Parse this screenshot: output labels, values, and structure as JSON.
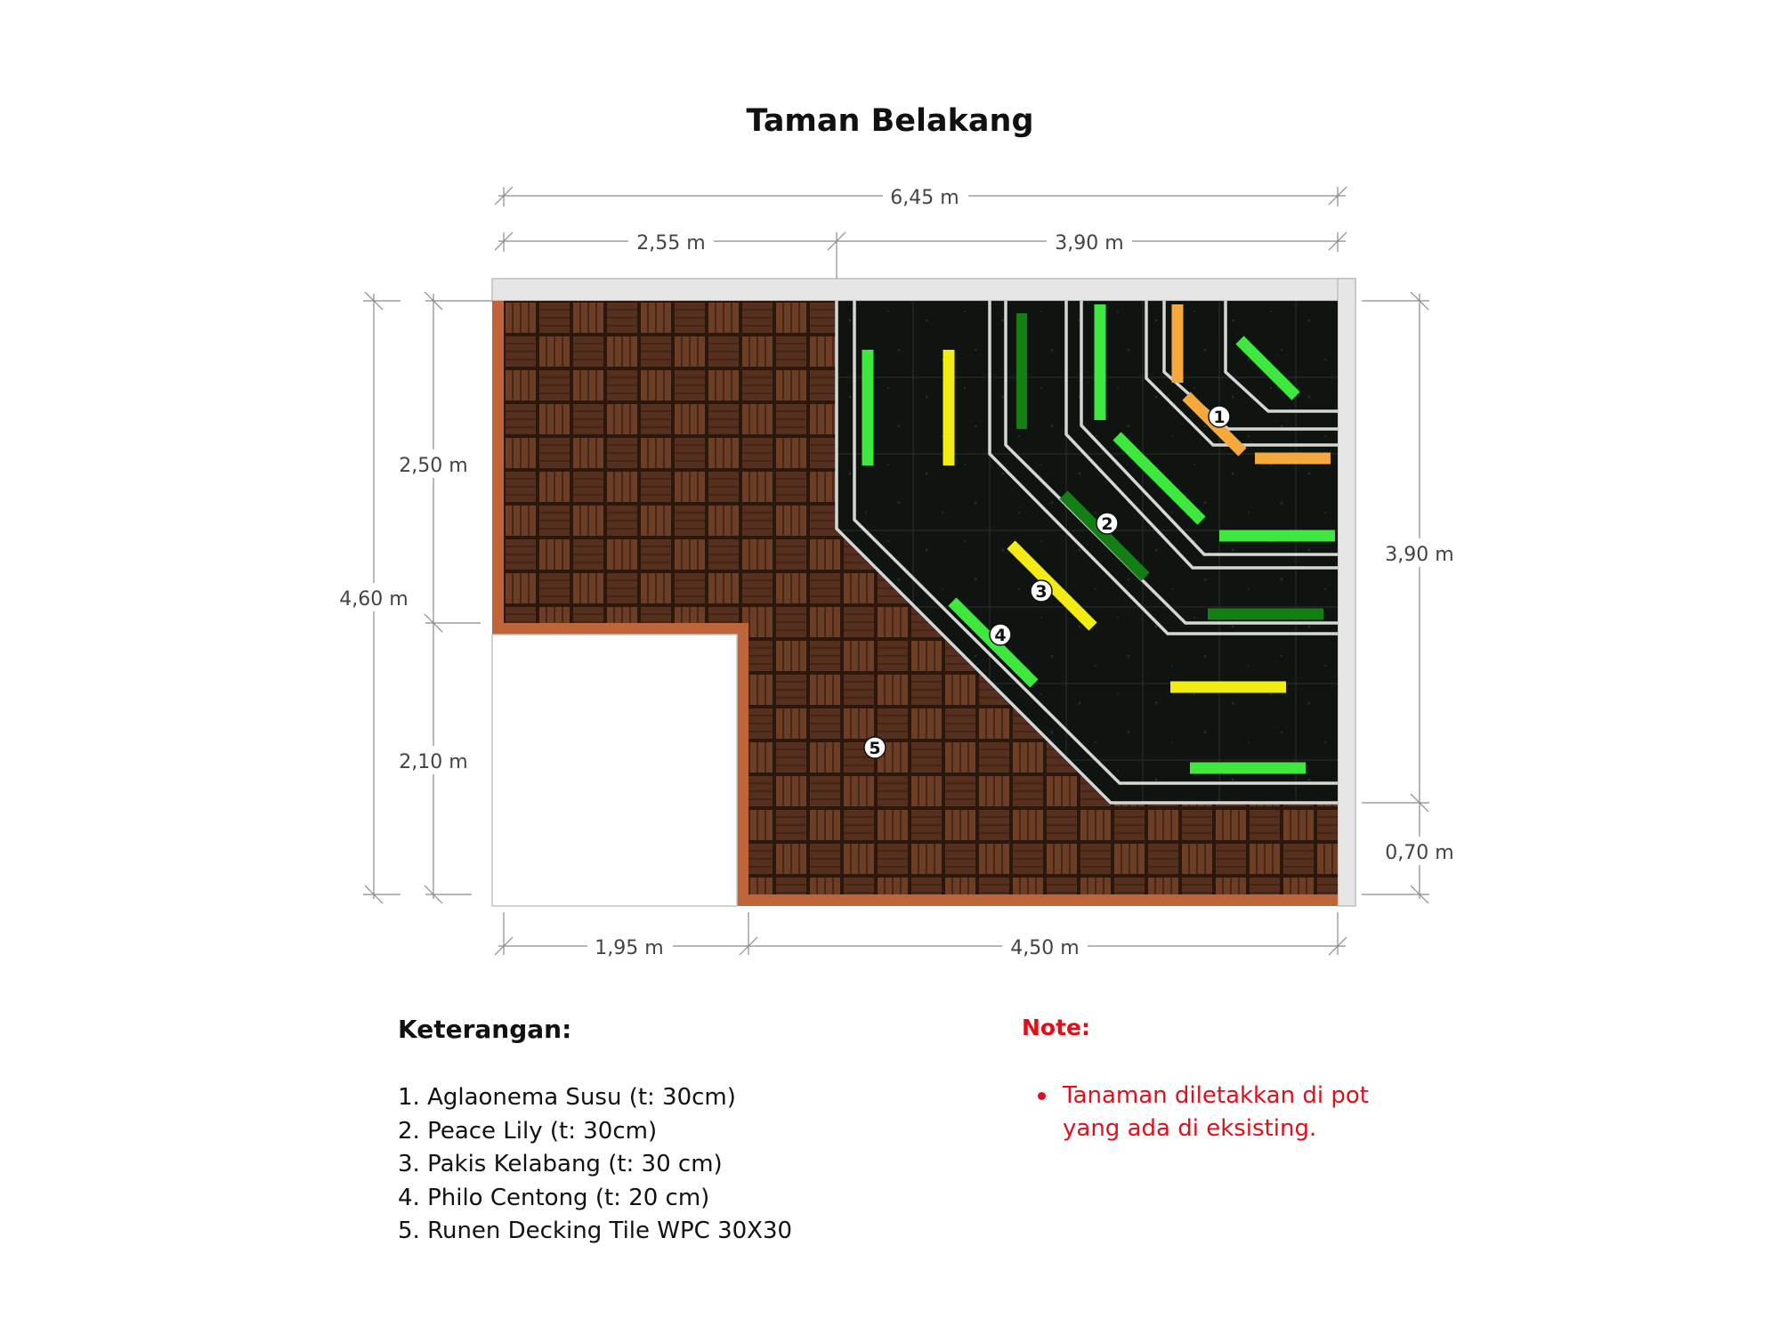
{
  "title": "Taman Belakang",
  "dimensions": {
    "top_total": "6,45 m",
    "top_left": "2,55 m",
    "top_right": "3,90 m",
    "left_total": "4,60 m",
    "left_upper": "2,50 m",
    "left_lower": "2,10 m",
    "right_upper": "3,90 m",
    "right_lower": "0,70 m",
    "bottom_left": "1,95 m",
    "bottom_right": "4,50 m"
  },
  "markers": [
    "1",
    "2",
    "3",
    "4",
    "5"
  ],
  "legend": {
    "heading": "Keterangan:",
    "items": [
      "1. Aglaonema Susu (t: 30cm)",
      "2. Peace Lily (t: 30cm)",
      "3. Pakis Kelabang (t: 30 cm)",
      "4. Philo Centong (t: 20 cm)",
      "5. Runen Decking Tile WPC 30X30"
    ]
  },
  "note": {
    "heading": "Note:",
    "items": [
      "Tanaman diletakkan di pot yang ada di eksisting."
    ]
  },
  "colors": {
    "decking": "#5e3522",
    "border": "#c0643a",
    "garden_bed": "#101410",
    "wall": "#e6e6e6",
    "light_green": "#3ee83e",
    "dark_green": "#127e14",
    "yellow": "#f2ec14",
    "orange": "#f5a83c",
    "note_red": "#e0101a"
  }
}
